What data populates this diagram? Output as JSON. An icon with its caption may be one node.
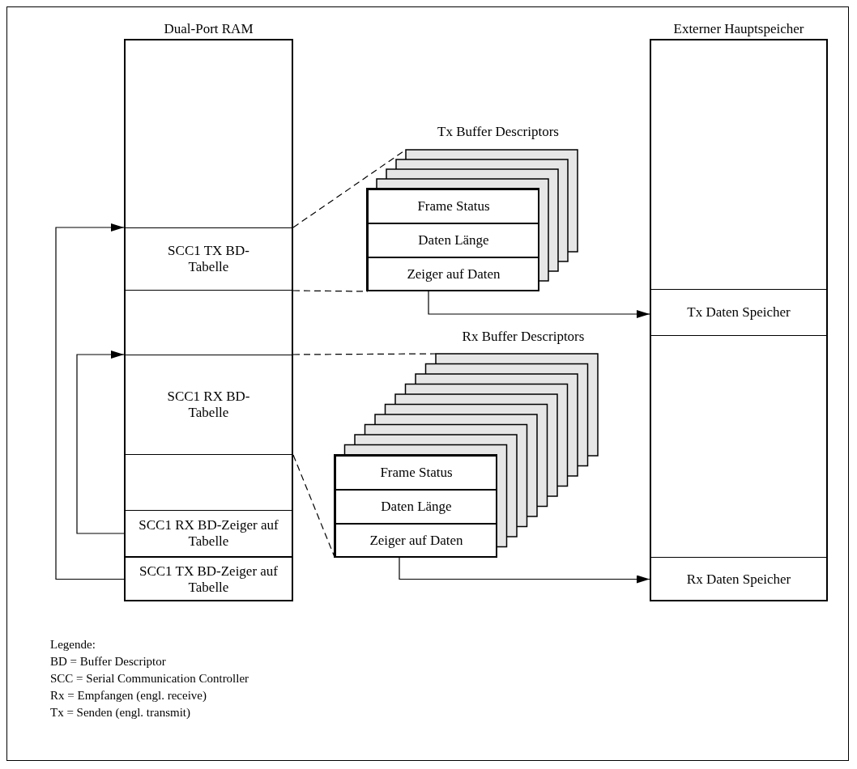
{
  "diagram": {
    "nodes": [
      {
        "text": [
          "Dual-Port RAM"
        ]
      },
      {
        "text": [
          "SCC1 TX BD-Tabelle"
        ],
        "in": 0
      },
      {
        "text": [
          "SCC1 RX BD-Tabelle"
        ],
        "in": 0
      },
      {
        "text": [
          "SCC1 RX BD-Zeiger auf Tabelle"
        ],
        "in": 0
      },
      {
        "text": [
          "SCC1 TX BD-Zeiger auf Tabelle"
        ],
        "in": 0
      },
      {
        "text": [
          "Externer Hauptspeicher"
        ]
      },
      {
        "text": [
          "Tx Daten Speicher"
        ],
        "in": 5
      },
      {
        "text": [
          "Rx Daten Speicher"
        ],
        "in": 5
      },
      {
        "text": [
          "Tx Buffer Descriptors"
        ]
      },
      {
        "text": [
          "Frame Status"
        ]
      },
      {
        "text": [
          "Daten Länge"
        ]
      },
      {
        "text": [
          "Zeiger auf Daten"
        ]
      },
      {
        "text": [
          "Rx Buffer Descriptors"
        ]
      },
      {
        "text": [
          "Frame Status"
        ],
        "in": 12
      },
      {
        "text": [
          "Daten Länge"
        ],
        "in": 12
      },
      {
        "text": [
          "Zeiger auf Daten"
        ],
        "in": 12
      }
    ],
    "edges": [
      {
        "from": 4,
        "to": 1,
        "arrow": "to"
      },
      {
        "from": 3,
        "to": 2,
        "arrow": "to"
      },
      {
        "from": 11,
        "to": 6,
        "arrow": "to"
      },
      {
        "from": 15,
        "to": 7,
        "arrow": "to"
      },
      {
        "from": 1,
        "to": 8,
        "arrow": "none",
        "style": "dashed"
      },
      {
        "from": 1,
        "to": 11,
        "arrow": "none",
        "style": "dashed"
      },
      {
        "from": 2,
        "to": 12,
        "arrow": "none",
        "style": "dashed"
      },
      {
        "from": 2,
        "to": 15,
        "arrow": "none",
        "style": "dashed"
      }
    ],
    "labels": [
      "Legende:",
      "BD = Buffer Descriptor",
      "SCC = Serial Communication Controller",
      "Rx = Empfangen (engl. receive)",
      "Tx = Senden (engl. transmit)"
    ]
  }
}
